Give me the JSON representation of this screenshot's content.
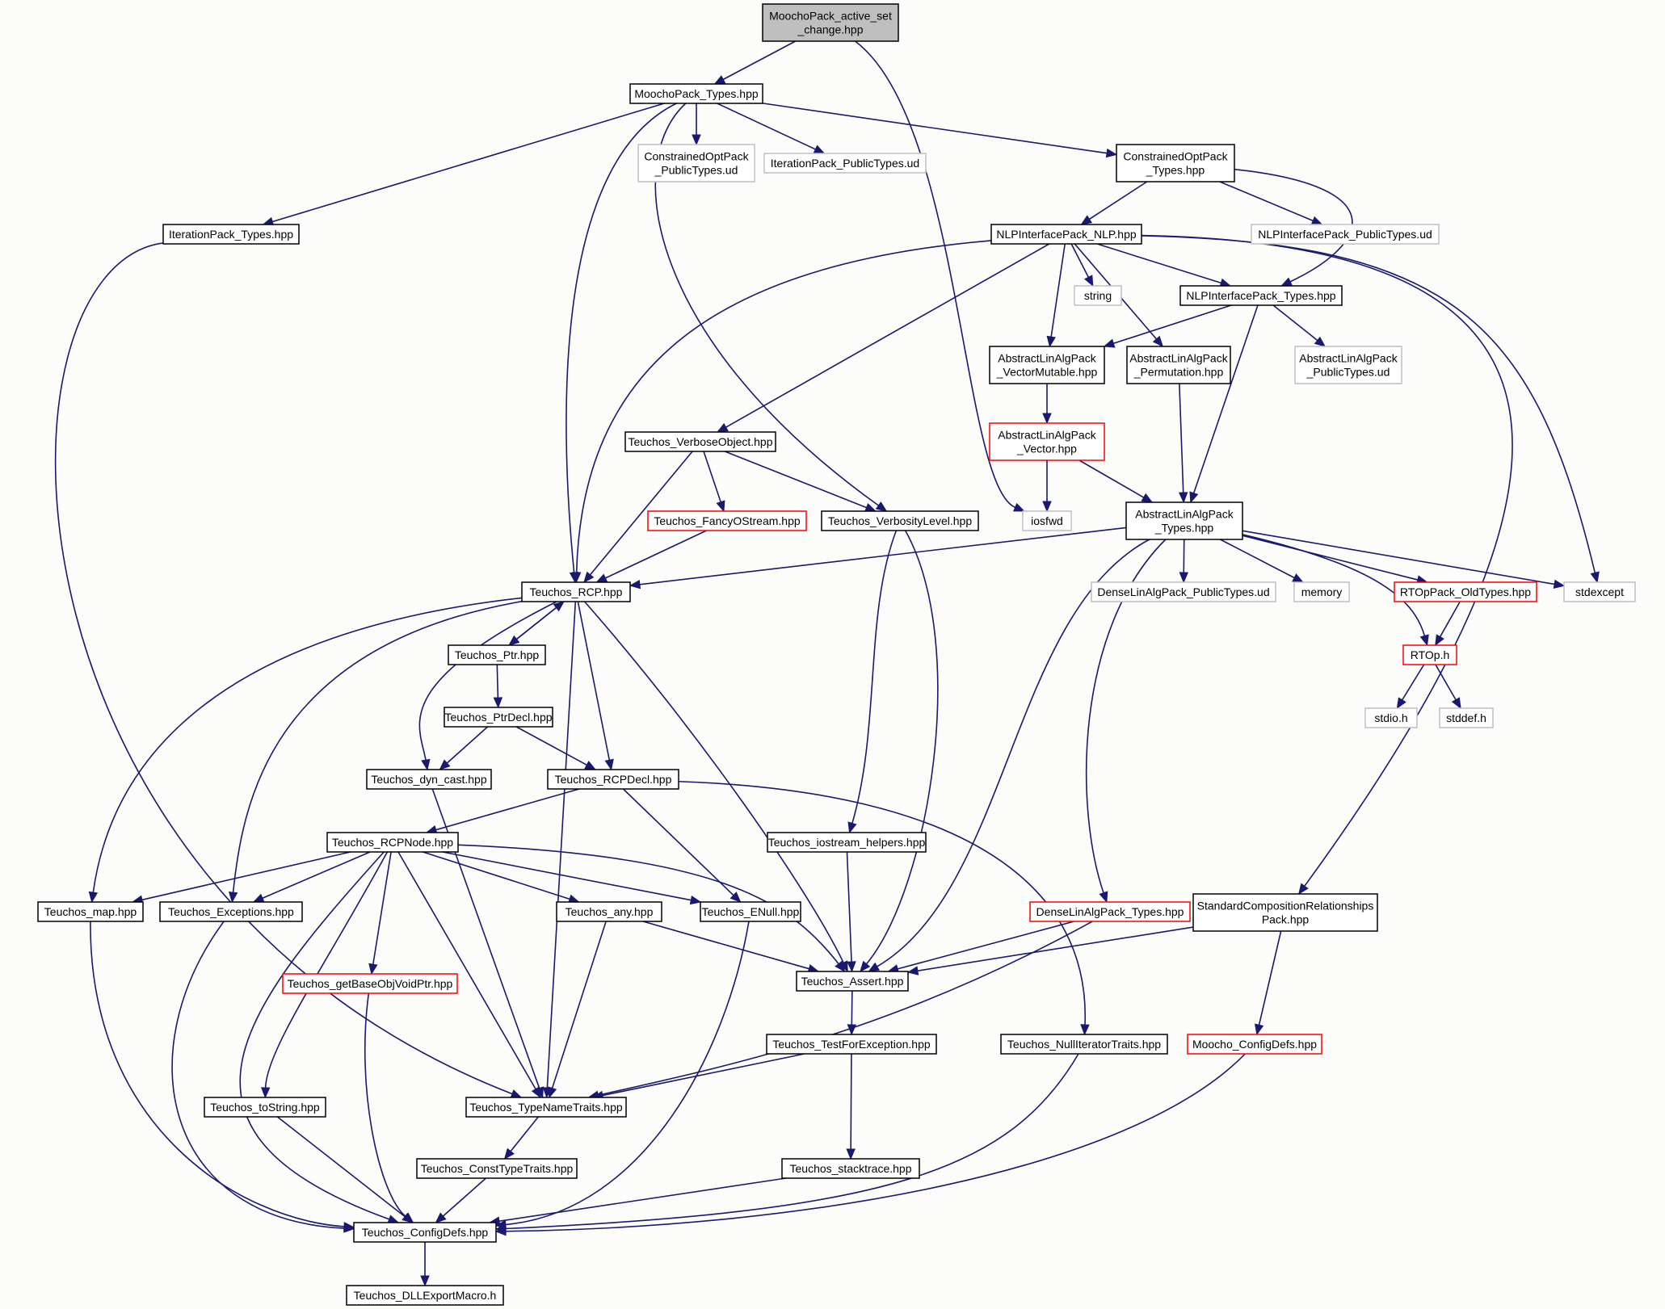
{
  "diagram": {
    "type": "include-dependency-graph",
    "colors": {
      "background": "#fcfcfa",
      "edge": "#191970",
      "box_normal": "#000000",
      "box_external": "#bfbfbf",
      "box_truncated": "#ff0000",
      "box_root_fill": "#bfbfbf"
    },
    "nodes": [
      {
        "id": "root",
        "kind": "root",
        "lines": [
          "MoochoPack_active_set",
          "_change.hpp"
        ]
      },
      {
        "id": "mp_types",
        "kind": "normal",
        "lines": [
          "MoochoPack_Types.hpp"
        ]
      },
      {
        "id": "cop_pub",
        "kind": "external",
        "lines": [
          "ConstrainedOptPack",
          "_PublicTypes.ud"
        ]
      },
      {
        "id": "ip_pub",
        "kind": "external",
        "lines": [
          "IterationPack_PublicTypes.ud"
        ]
      },
      {
        "id": "cop_types",
        "kind": "normal",
        "lines": [
          "ConstrainedOptPack",
          "_Types.hpp"
        ]
      },
      {
        "id": "ip_types",
        "kind": "normal",
        "lines": [
          "IterationPack_Types.hpp"
        ]
      },
      {
        "id": "nlp",
        "kind": "normal",
        "lines": [
          "NLPInterfacePack_NLP.hpp"
        ]
      },
      {
        "id": "nlp_pub",
        "kind": "external",
        "lines": [
          "NLPInterfacePack_PublicTypes.ud"
        ]
      },
      {
        "id": "string",
        "kind": "external",
        "lines": [
          "string"
        ]
      },
      {
        "id": "nlp_types",
        "kind": "normal",
        "lines": [
          "NLPInterfacePack_Types.hpp"
        ]
      },
      {
        "id": "ala_vm",
        "kind": "normal",
        "lines": [
          "AbstractLinAlgPack",
          "_VectorMutable.hpp"
        ]
      },
      {
        "id": "ala_perm",
        "kind": "normal",
        "lines": [
          "AbstractLinAlgPack",
          "_Permutation.hpp"
        ]
      },
      {
        "id": "ala_pub",
        "kind": "external",
        "lines": [
          "AbstractLinAlgPack",
          "_PublicTypes.ud"
        ]
      },
      {
        "id": "ala_vec",
        "kind": "truncated",
        "lines": [
          "AbstractLinAlgPack",
          "_Vector.hpp"
        ]
      },
      {
        "id": "verbose",
        "kind": "normal",
        "lines": [
          "Teuchos_VerboseObject.hpp"
        ]
      },
      {
        "id": "fancy",
        "kind": "truncated",
        "lines": [
          "Teuchos_FancyOStream.hpp"
        ]
      },
      {
        "id": "verbosity",
        "kind": "normal",
        "lines": [
          "Teuchos_VerbosityLevel.hpp"
        ]
      },
      {
        "id": "iosfwd",
        "kind": "external",
        "lines": [
          "iosfwd"
        ]
      },
      {
        "id": "ala_types",
        "kind": "normal",
        "lines": [
          "AbstractLinAlgPack",
          "_Types.hpp"
        ]
      },
      {
        "id": "rcp",
        "kind": "normal",
        "lines": [
          "Teuchos_RCP.hpp"
        ]
      },
      {
        "id": "dla_pub",
        "kind": "external",
        "lines": [
          "DenseLinAlgPack_PublicTypes.ud"
        ]
      },
      {
        "id": "memory",
        "kind": "external",
        "lines": [
          "memory"
        ]
      },
      {
        "id": "rtop_old",
        "kind": "truncated",
        "lines": [
          "RTOpPack_OldTypes.hpp"
        ]
      },
      {
        "id": "stdexcept",
        "kind": "external",
        "lines": [
          "stdexcept"
        ]
      },
      {
        "id": "ptr",
        "kind": "normal",
        "lines": [
          "Teuchos_Ptr.hpp"
        ]
      },
      {
        "id": "rtop",
        "kind": "truncated",
        "lines": [
          "RTOp.h"
        ]
      },
      {
        "id": "ptrdecl",
        "kind": "normal",
        "lines": [
          "Teuchos_PtrDecl.hpp"
        ]
      },
      {
        "id": "stdio",
        "kind": "external",
        "lines": [
          "stdio.h"
        ]
      },
      {
        "id": "stddef",
        "kind": "external",
        "lines": [
          "stddef.h"
        ]
      },
      {
        "id": "dyncast",
        "kind": "normal",
        "lines": [
          "Teuchos_dyn_cast.hpp"
        ]
      },
      {
        "id": "rcpdecl",
        "kind": "normal",
        "lines": [
          "Teuchos_RCPDecl.hpp"
        ]
      },
      {
        "id": "rcpnode",
        "kind": "normal",
        "lines": [
          "Teuchos_RCPNode.hpp"
        ]
      },
      {
        "id": "iohelpers",
        "kind": "normal",
        "lines": [
          "Teuchos_iostream_helpers.hpp"
        ]
      },
      {
        "id": "map",
        "kind": "normal",
        "lines": [
          "Teuchos_map.hpp"
        ]
      },
      {
        "id": "exceptions",
        "kind": "normal",
        "lines": [
          "Teuchos_Exceptions.hpp"
        ]
      },
      {
        "id": "any",
        "kind": "normal",
        "lines": [
          "Teuchos_any.hpp"
        ]
      },
      {
        "id": "enull",
        "kind": "normal",
        "lines": [
          "Teuchos_ENull.hpp"
        ]
      },
      {
        "id": "dla_types",
        "kind": "truncated",
        "lines": [
          "DenseLinAlgPack_Types.hpp"
        ]
      },
      {
        "id": "scr",
        "kind": "normal",
        "lines": [
          "StandardCompositionRelationships",
          "Pack.hpp"
        ]
      },
      {
        "id": "assert",
        "kind": "normal",
        "lines": [
          "Teuchos_Assert.hpp"
        ]
      },
      {
        "id": "getbase",
        "kind": "truncated",
        "lines": [
          "Teuchos_getBaseObjVoidPtr.hpp"
        ]
      },
      {
        "id": "testfor",
        "kind": "normal",
        "lines": [
          "Teuchos_TestForException.hpp"
        ]
      },
      {
        "id": "nulliter",
        "kind": "normal",
        "lines": [
          "Teuchos_NullIteratorTraits.hpp"
        ]
      },
      {
        "id": "moocho_cfg",
        "kind": "truncated",
        "lines": [
          "Moocho_ConfigDefs.hpp"
        ]
      },
      {
        "id": "tostring",
        "kind": "normal",
        "lines": [
          "Teuchos_toString.hpp"
        ]
      },
      {
        "id": "typename",
        "kind": "normal",
        "lines": [
          "Teuchos_TypeNameTraits.hpp"
        ]
      },
      {
        "id": "consttype",
        "kind": "normal",
        "lines": [
          "Teuchos_ConstTypeTraits.hpp"
        ]
      },
      {
        "id": "stacktrace",
        "kind": "normal",
        "lines": [
          "Teuchos_stacktrace.hpp"
        ]
      },
      {
        "id": "configdefs",
        "kind": "normal",
        "lines": [
          "Teuchos_ConfigDefs.hpp"
        ]
      },
      {
        "id": "dllexport",
        "kind": "normal",
        "lines": [
          "Teuchos_DLLExportMacro.h"
        ]
      }
    ]
  }
}
